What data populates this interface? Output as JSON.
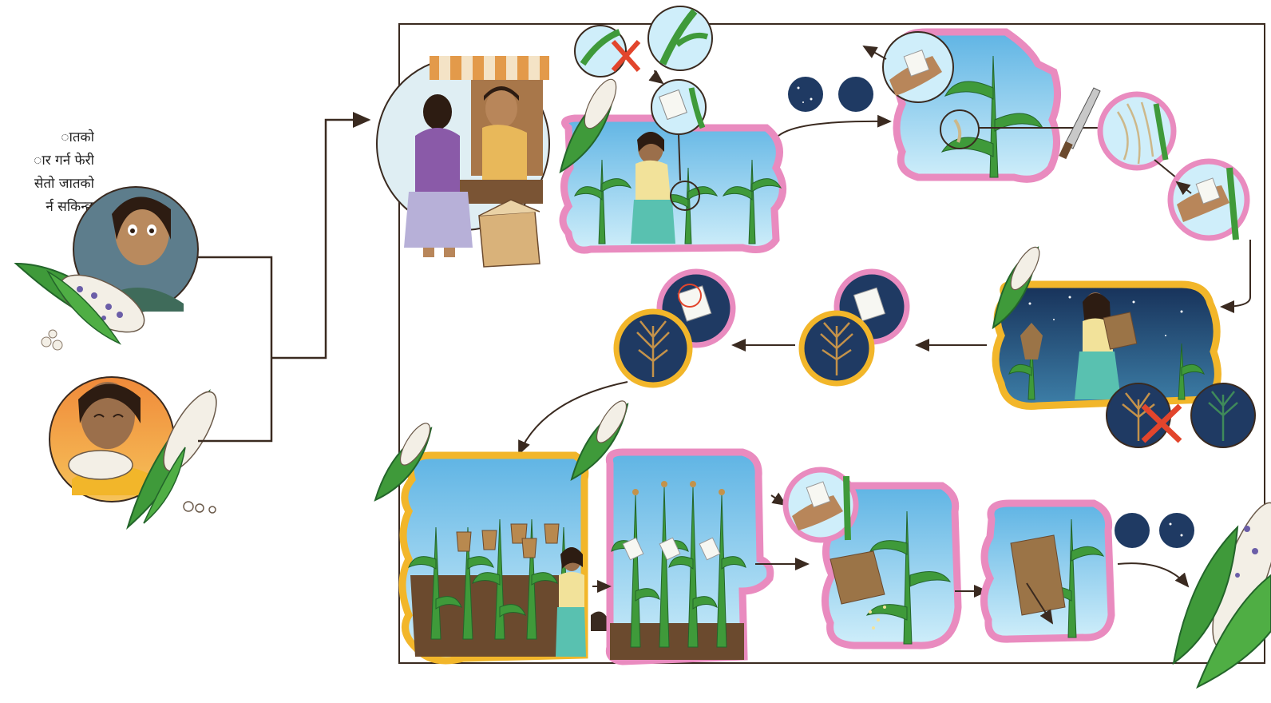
{
  "caption": {
    "lines": [
      "ातको",
      "ार गर्न फेरी",
      "सेतो जातको",
      "र्न सकिन्छ"
    ]
  },
  "colors": {
    "pink_frame": "#e98bbf",
    "yellow_frame": "#f2b62a",
    "sky": "#7fc6ea",
    "night": "#1f3a63",
    "leaf": "#3f9a3a",
    "leaf_dark": "#23652a",
    "corn_white": "#f3efe6",
    "corn_spot": "#6b5ea8",
    "soil": "#6b4a2e",
    "bag": "#9b7447",
    "skin": "#b8865a",
    "red_x": "#e2452c",
    "line": "#3a2a20"
  },
  "icons": {
    "moon_phases": [
      "full-moon-icon",
      "crescent-moon-icon"
    ],
    "reject_mark": "red-x-icon",
    "arrow": "arrow-icon"
  }
}
